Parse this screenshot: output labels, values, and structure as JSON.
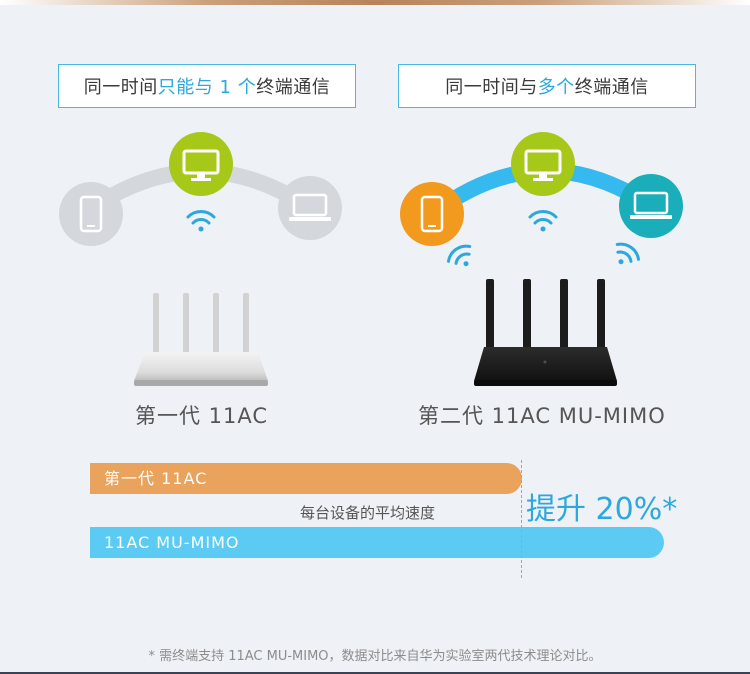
{
  "header_left": {
    "part1": "同一时间",
    "highlight": "只能与 1 个",
    "part2": "终端通信"
  },
  "header_right": {
    "part1": "同一时间与",
    "highlight": "多个",
    "part2": "终端通信"
  },
  "routers": {
    "gen1_label": "第一代 11AC",
    "gen2_label": "第二代 11AC MU-MIMO"
  },
  "comparison": {
    "bar1_label": "第一代 11AC",
    "bar2_label": "11AC MU-MIMO",
    "bar1_level_fraction": 0.75,
    "bar2_level_fraction": 1.0,
    "axis_label": "每台设备的平均速度",
    "boost_text": "提升 20%*"
  },
  "footnote": "* 需终端支持 11AC MU-MIMO，数据对比来自华为实验室两代技术理论对比。",
  "icons": {
    "left_devices": [
      "phone-icon",
      "monitor-icon",
      "laptop-icon"
    ],
    "right_devices": [
      "phone-icon",
      "monitor-icon",
      "laptop-icon"
    ]
  },
  "colors": {
    "accent_blue": "#2ba8dd",
    "arc_blue": "#35b9ef",
    "monitor_green": "#a5c819",
    "phone_orange": "#f29a1d",
    "laptop_teal": "#1aaebb",
    "inactive_gray": "#d4d8dd",
    "bar_orange": "#e9a35c",
    "bar_blue": "#5ccbf4"
  }
}
